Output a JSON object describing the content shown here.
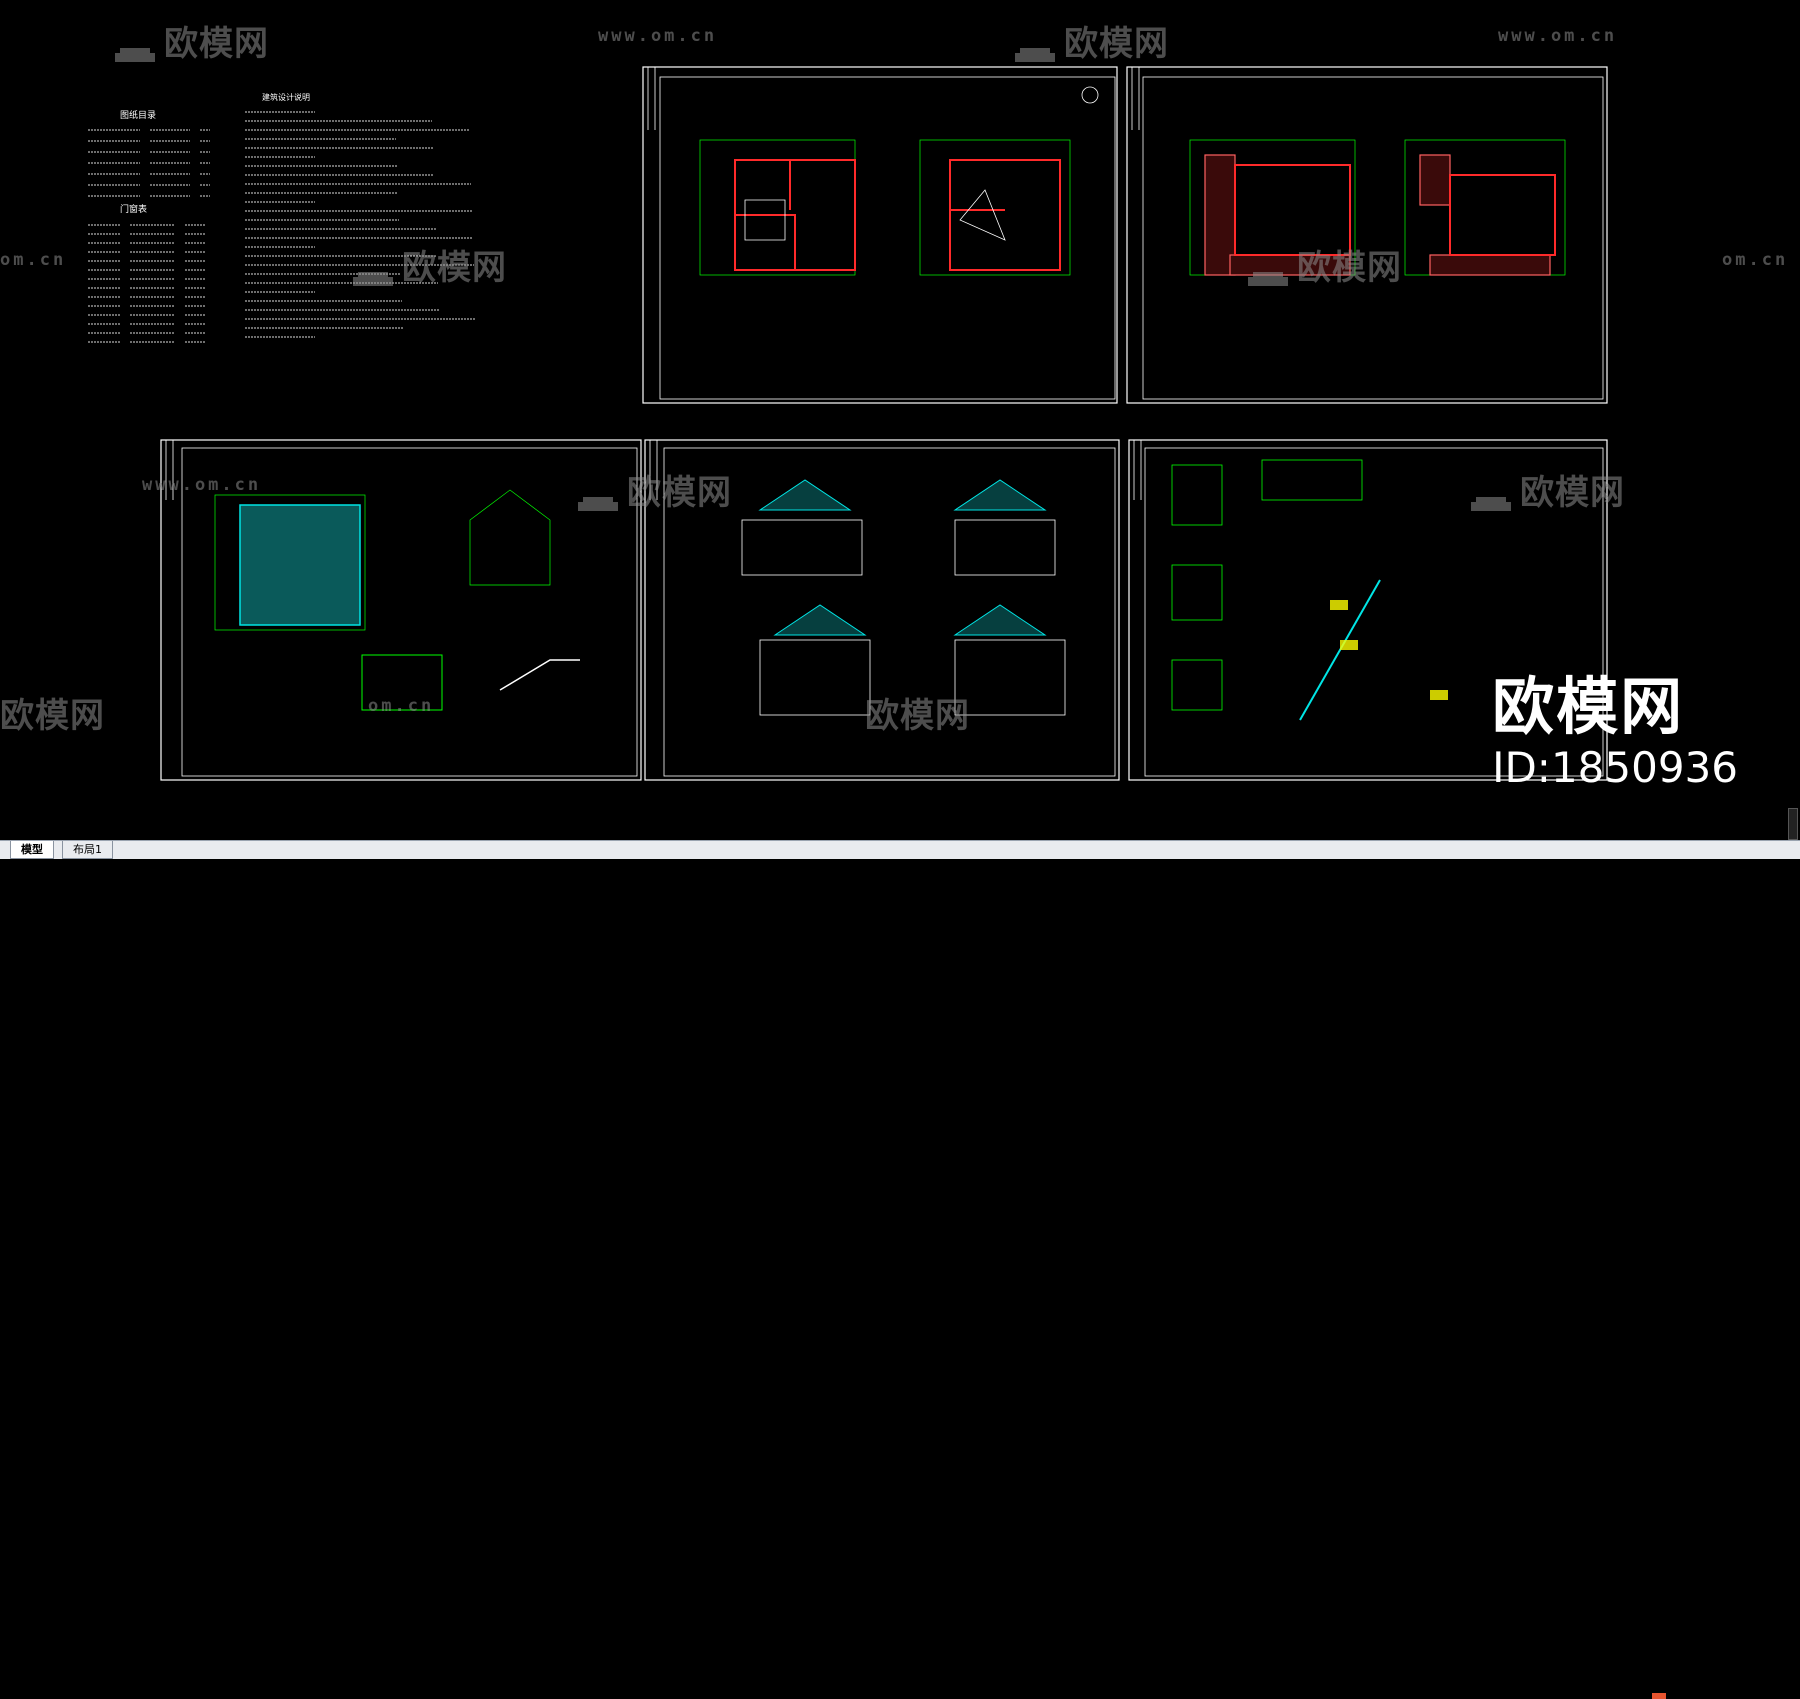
{
  "watermarks": {
    "cn": "欧模网",
    "url": "www.om.cn",
    "url_partial": "om.cn"
  },
  "brand": {
    "name": "欧模网",
    "id": "ID:1850936"
  },
  "tabs": [
    {
      "label": "模型",
      "active": true
    },
    {
      "label": "布局1",
      "active": false
    }
  ],
  "sheet1": {
    "title_a": "图纸目录",
    "title_b": "门窗表",
    "title_c": "建筑设计说明"
  },
  "colors": {
    "background": "#000000",
    "frame": "#ffffff",
    "axis": "#00ff00",
    "wall": "#ff2a2a",
    "roof": "#00e5e5",
    "accent_yellow": "#ffff00",
    "status_bar": "#e9ebef"
  }
}
